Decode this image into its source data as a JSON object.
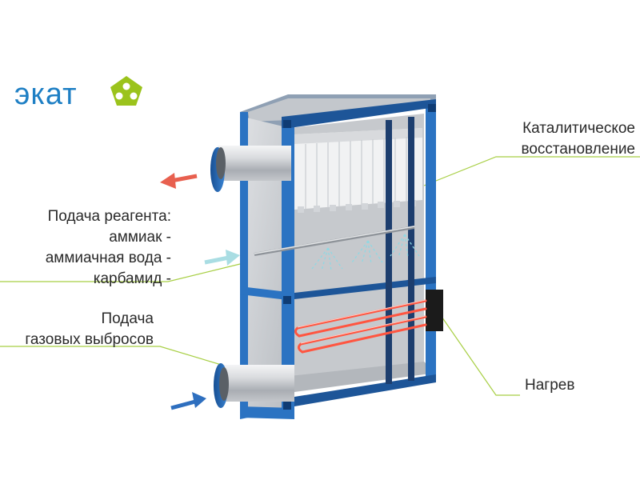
{
  "logo": {
    "text": "экат",
    "text_color": "#1e7fc4",
    "mark_color": "#9bc31c"
  },
  "labels": {
    "catalytic_line1": "Каталитическое",
    "catalytic_line2": "восстановление",
    "reagent_line1": "Подача реагента:",
    "reagent_line2": "аммиак -",
    "reagent_line3": "аммиачная вода -",
    "reagent_line4": "карбамид -",
    "gas_line1": "Подача",
    "gas_line2": "газовых выбросов",
    "heating": "Нагрев"
  },
  "colors": {
    "frame_blue": "#2b73c2",
    "frame_blue_dark": "#1d5598",
    "wall_gray": "#c9ccd0",
    "outlet_arrow": "#e8604f",
    "reagent_arrow": "#a9dde3",
    "inlet_arrow": "#2e6fbf",
    "heater_red": "#ff5540",
    "leader_green": "#a8cf45"
  }
}
